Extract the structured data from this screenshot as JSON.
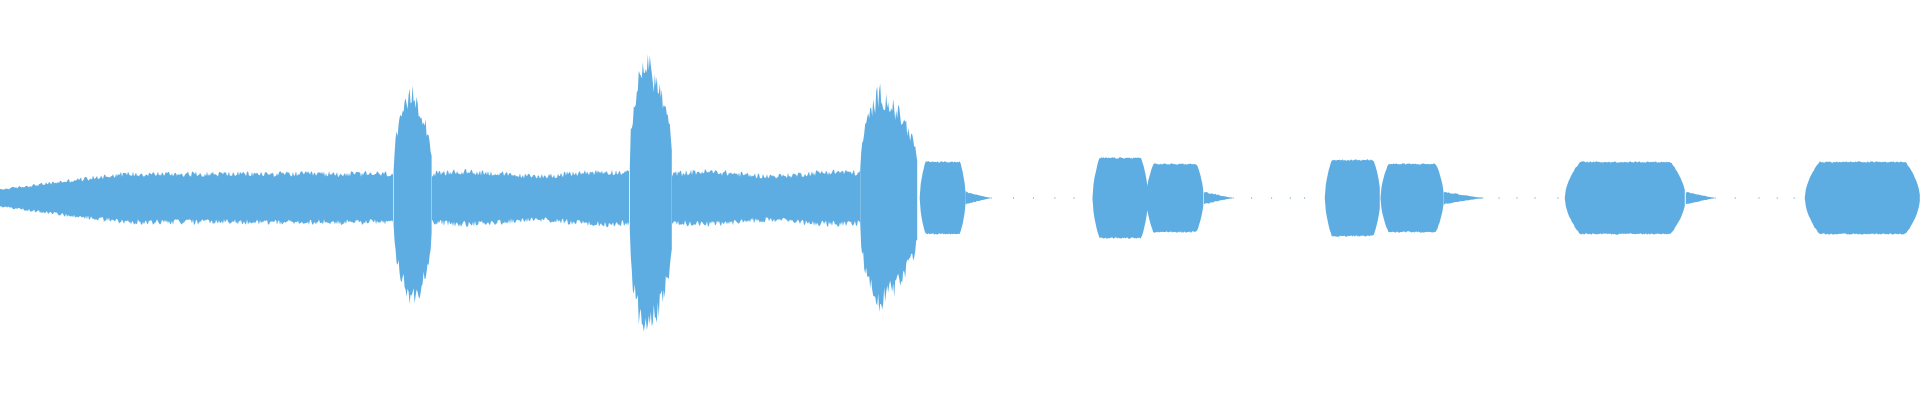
{
  "waveform": {
    "color": "#5dade2",
    "background": "#ffffff",
    "segments": [
      {
        "kind": "ramp",
        "start": 0.0,
        "end": 0.205,
        "amp": 0.06
      },
      {
        "kind": "burst",
        "start": 0.205,
        "end": 0.225,
        "amp": 0.26,
        "peak": 0.215
      },
      {
        "kind": "flat",
        "start": 0.225,
        "end": 0.328,
        "amp": 0.065
      },
      {
        "kind": "burst",
        "start": 0.328,
        "end": 0.35,
        "amp": 0.34,
        "peak": 0.336
      },
      {
        "kind": "flat",
        "start": 0.35,
        "end": 0.448,
        "amp": 0.065
      },
      {
        "kind": "burst",
        "start": 0.448,
        "end": 0.478,
        "amp": 0.26,
        "peak": 0.458
      },
      {
        "kind": "blob",
        "start": 0.479,
        "end": 0.503,
        "amp": 0.09
      },
      {
        "kind": "tail",
        "start": 0.503,
        "end": 0.516,
        "amp": 0.015
      },
      {
        "kind": "dots",
        "start": 0.516,
        "end": 0.569,
        "amp": 0.003
      },
      {
        "kind": "blob",
        "start": 0.569,
        "end": 0.598,
        "amp": 0.1
      },
      {
        "kind": "blob",
        "start": 0.597,
        "end": 0.627,
        "amp": 0.085
      },
      {
        "kind": "tail",
        "start": 0.627,
        "end": 0.642,
        "amp": 0.015
      },
      {
        "kind": "dots",
        "start": 0.642,
        "end": 0.69,
        "amp": 0.003
      },
      {
        "kind": "blob",
        "start": 0.69,
        "end": 0.719,
        "amp": 0.095
      },
      {
        "kind": "blob",
        "start": 0.719,
        "end": 0.752,
        "amp": 0.085
      },
      {
        "kind": "tail",
        "start": 0.752,
        "end": 0.772,
        "amp": 0.015
      },
      {
        "kind": "dots",
        "start": 0.772,
        "end": 0.815,
        "amp": 0.003
      },
      {
        "kind": "blob",
        "start": 0.815,
        "end": 0.878,
        "amp": 0.09
      },
      {
        "kind": "tail",
        "start": 0.878,
        "end": 0.893,
        "amp": 0.015
      },
      {
        "kind": "dots",
        "start": 0.893,
        "end": 0.94,
        "amp": 0.003
      },
      {
        "kind": "blob",
        "start": 0.94,
        "end": 1.0,
        "amp": 0.09
      }
    ]
  }
}
